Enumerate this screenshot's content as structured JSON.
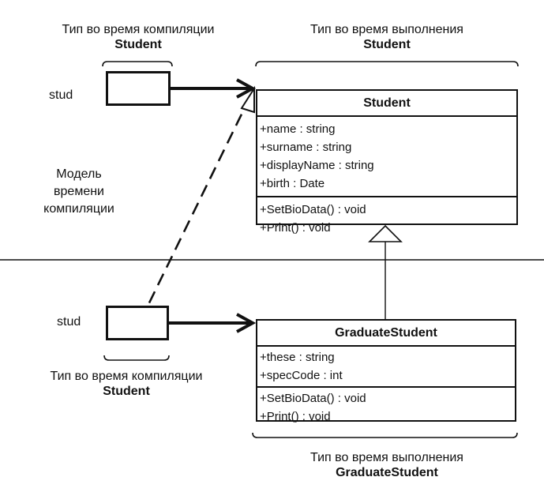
{
  "top": {
    "var_name": "stud",
    "compile_type_caption": "Тип во время компиляции",
    "compile_type_name": "Student",
    "runtime_type_caption": "Тип во время выполнения",
    "runtime_type_name": "Student"
  },
  "model_label": [
    "Модель",
    "времени",
    "компиляции"
  ],
  "bottom": {
    "var_name": "stud",
    "compile_type_caption": "Тип во время компиляции",
    "compile_type_name": "Student",
    "runtime_type_caption": "Тип во время выполнения",
    "runtime_type_name": "GraduateStudent"
  },
  "student_class": {
    "name": "Student",
    "attributes": [
      "+name : string",
      "+surname : string",
      "+displayName : string",
      "+birth : Date"
    ],
    "methods": [
      "+SetBioData() : void",
      "+Print() : void"
    ]
  },
  "graduate_class": {
    "name": "GraduateStudent",
    "attributes": [
      "+these : string",
      "+specCode : int"
    ],
    "methods": [
      "+SetBioData() : void",
      "+Print() : void"
    ]
  }
}
